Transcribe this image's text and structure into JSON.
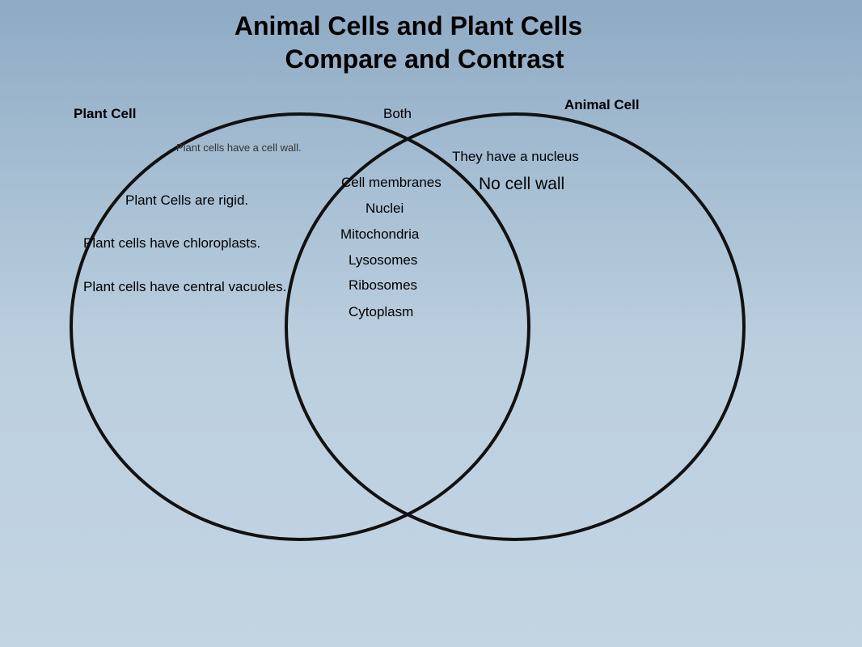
{
  "title_line1": "Animal Cells and Plant Cells",
  "title_line2": "Compare and Contrast",
  "labels": {
    "plant": "Plant Cell",
    "both": "Both",
    "animal": "Animal Cell"
  },
  "plant_only": {
    "cell_wall": "Plant cells have a cell wall.",
    "rigid": "Plant Cells are rigid.",
    "chloroplasts": "Plant cells have chloroplasts.",
    "vacuoles": "Plant cells have central vacuoles."
  },
  "both_items": {
    "membranes": "Cell membranes",
    "nuclei": "Nuclei",
    "mitochondria": "Mitochondria",
    "lysosomes": "Lysosomes",
    "ribosomes": "Ribosomes",
    "cytoplasm": "Cytoplasm"
  },
  "animal_only": {
    "nucleus": "They have a nucleus",
    "no_wall": "No cell wall"
  },
  "colors": {
    "circle_stroke": "#111111",
    "background_top": "#8eaac4",
    "background_bottom": "#c3d5e3"
  }
}
